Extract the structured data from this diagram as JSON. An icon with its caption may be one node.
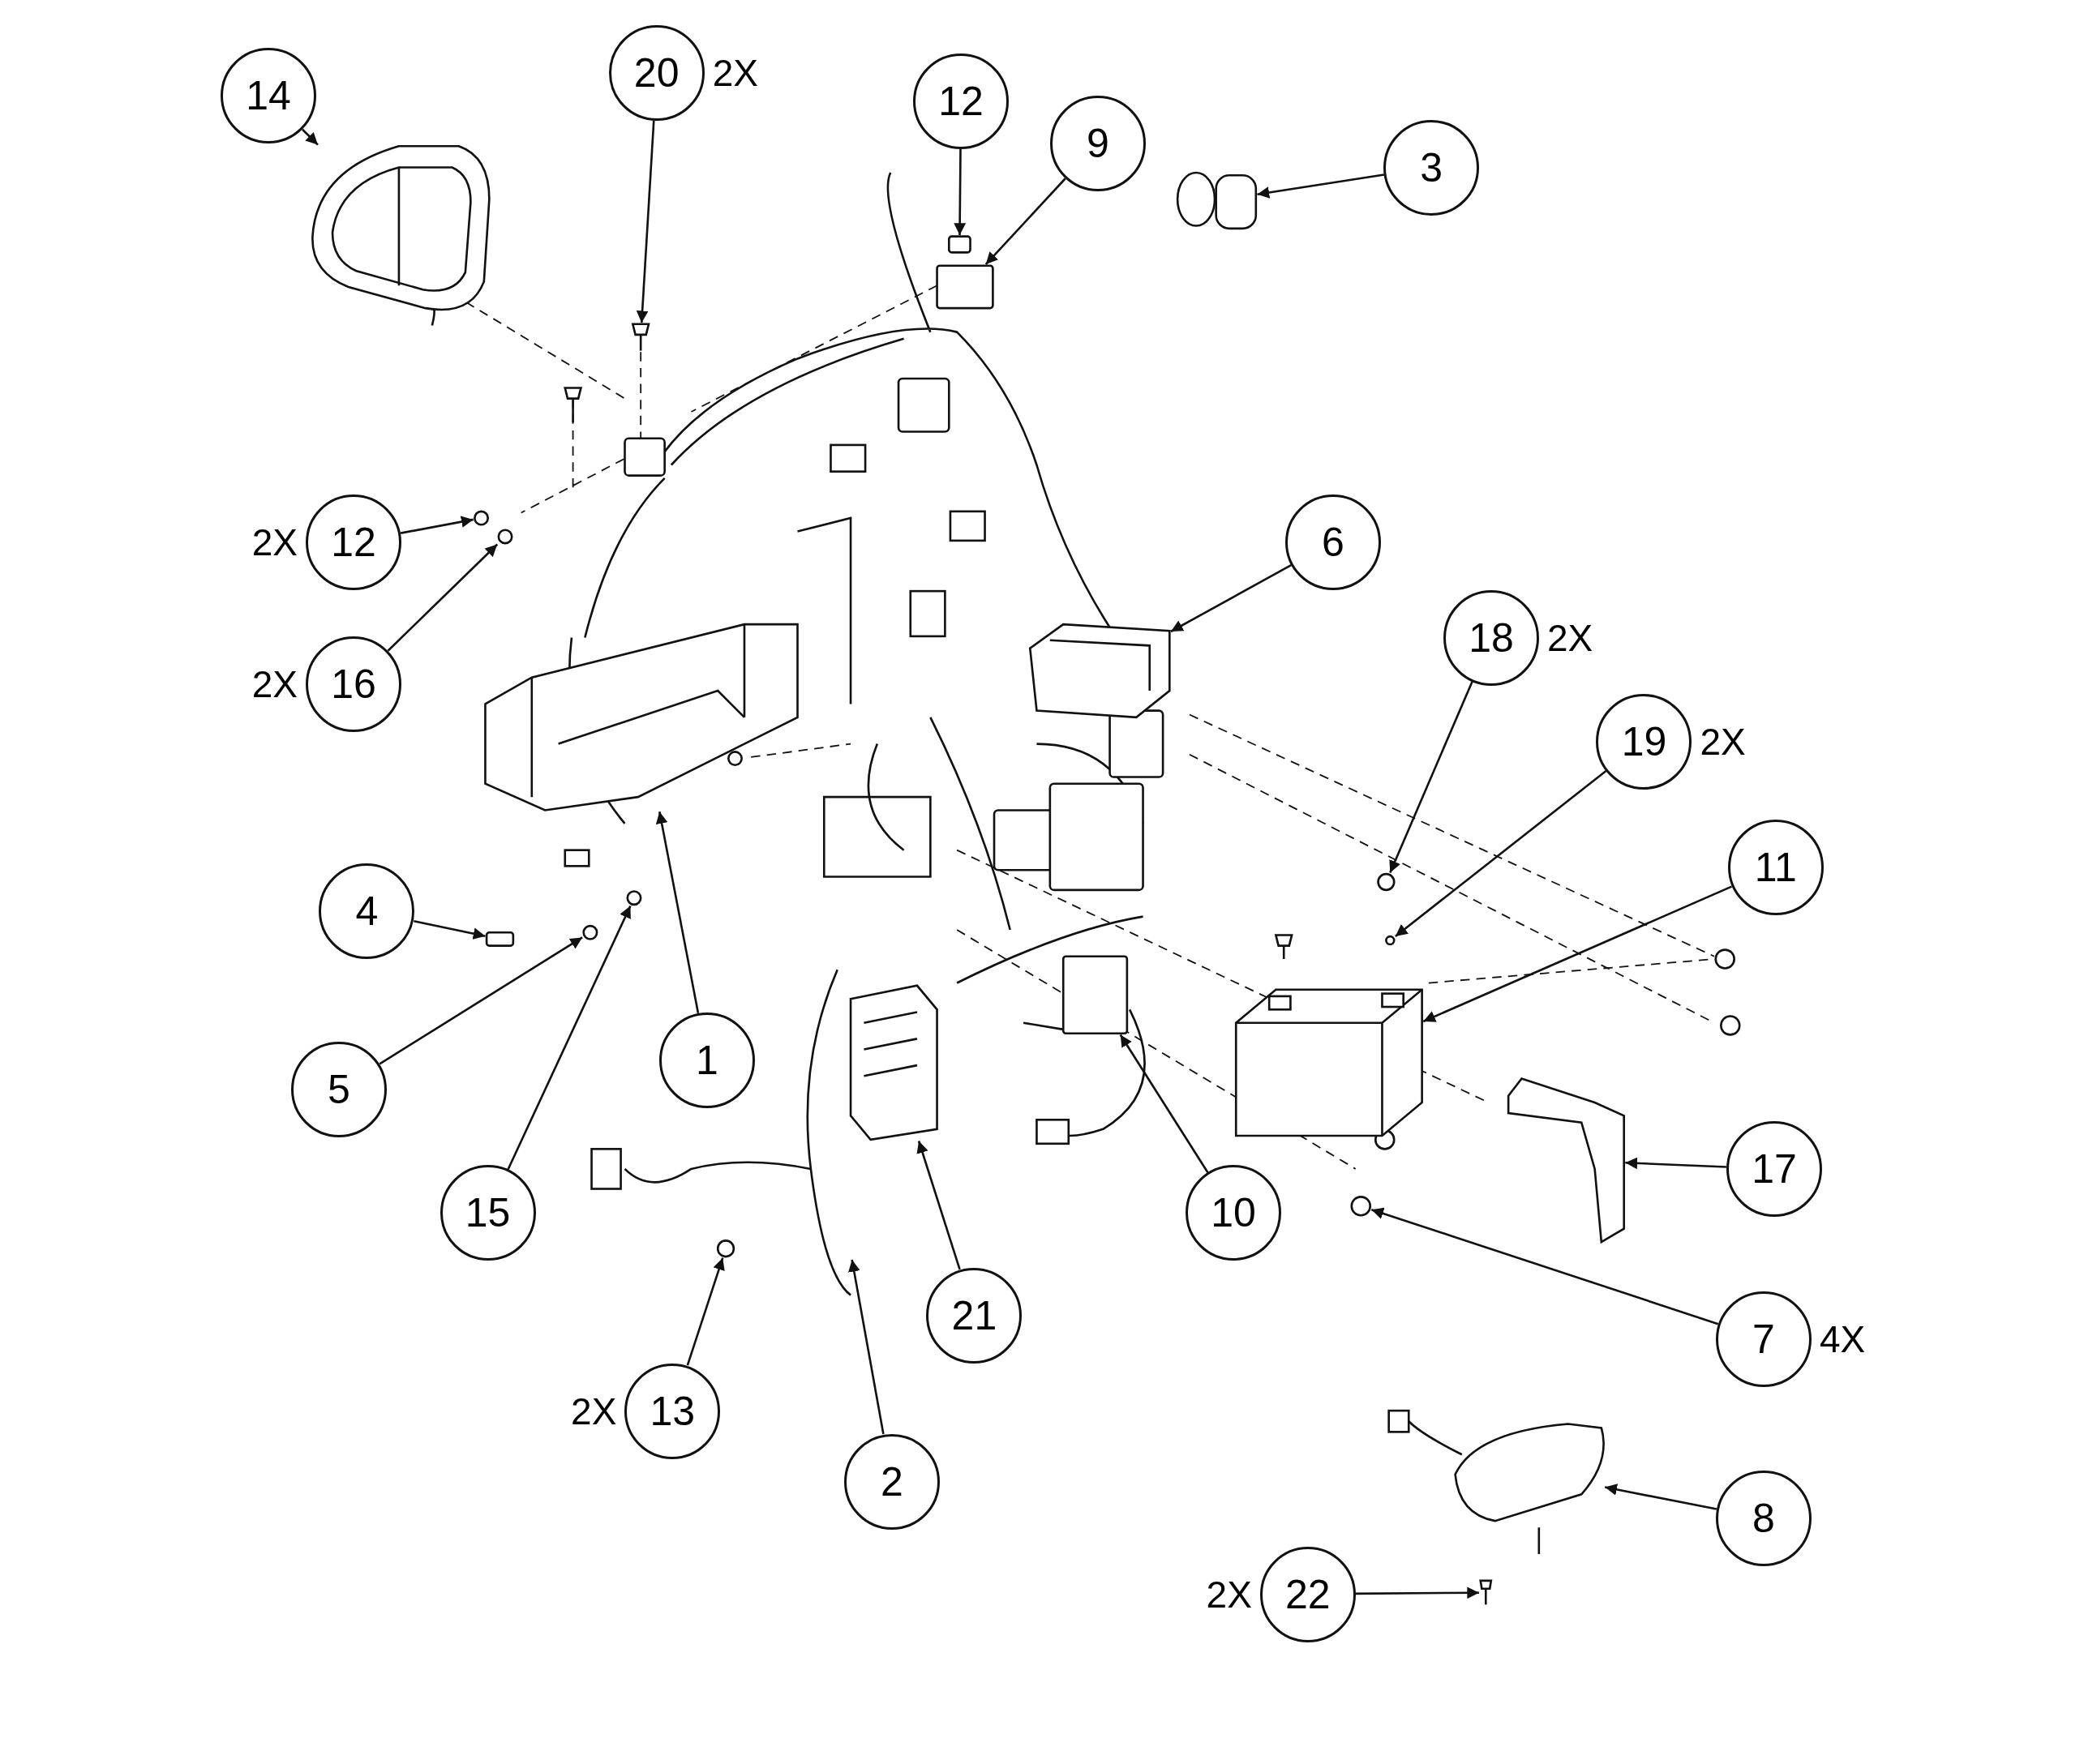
{
  "diagram": {
    "nodes": [
      {
        "text": [
          "14"
        ]
      },
      {
        "text": [
          "20"
        ],
        "beside": [
          "2X"
        ]
      },
      {
        "text": [
          "12"
        ]
      },
      {
        "text": [
          "9"
        ]
      },
      {
        "text": [
          "3"
        ]
      },
      {
        "text": [
          "12"
        ],
        "beside": [
          "2X"
        ]
      },
      {
        "text": [
          "6"
        ]
      },
      {
        "text": [
          "16"
        ],
        "beside": [
          "2X"
        ]
      },
      {
        "text": [
          "18"
        ],
        "beside": [
          "2X"
        ]
      },
      {
        "text": [
          "19"
        ],
        "beside": [
          "2X"
        ]
      },
      {
        "text": [
          "11"
        ]
      },
      {
        "text": [
          "4"
        ]
      },
      {
        "text": [
          "1"
        ]
      },
      {
        "text": [
          "5"
        ]
      },
      {
        "text": [
          "17"
        ]
      },
      {
        "text": [
          "10"
        ]
      },
      {
        "text": [
          "15"
        ]
      },
      {
        "text": [
          "21"
        ]
      },
      {
        "text": [
          "7"
        ],
        "beside": [
          "4X"
        ]
      },
      {
        "text": [
          "13"
        ],
        "beside": [
          "2X"
        ]
      },
      {
        "text": [
          "2"
        ]
      },
      {
        "text": [
          "8"
        ]
      },
      {
        "text": [
          "22"
        ],
        "beside": [
          "2X"
        ]
      },
      {
        "text": [],
        "shape": "picture"
      },
      {
        "text": [],
        "shape": "picture"
      },
      {
        "text": [],
        "shape": "box"
      },
      {
        "text": [],
        "shape": "box"
      },
      {
        "text": [],
        "shape": "picture"
      },
      {
        "text": [],
        "shape": "circle"
      },
      {
        "text": [],
        "shape": "picture"
      },
      {
        "text": [],
        "shape": "circle"
      },
      {
        "text": [],
        "shape": "circle"
      },
      {
        "text": [],
        "shape": "circle"
      },
      {
        "text": [],
        "shape": "picture"
      },
      {
        "text": [],
        "shape": "box"
      },
      {
        "text": [],
        "shape": "picture"
      },
      {
        "text": [],
        "shape": "circle"
      },
      {
        "text": [],
        "shape": "picture"
      },
      {
        "text": [],
        "shape": "box"
      },
      {
        "text": [],
        "shape": "circle"
      },
      {
        "text": [],
        "shape": "picture"
      },
      {
        "text": [],
        "shape": "circle"
      },
      {
        "text": [],
        "shape": "circle"
      },
      {
        "text": [],
        "shape": "picture"
      },
      {
        "text": [],
        "shape": "picture"
      },
      {
        "text": [],
        "shape": "picture"
      }
    ],
    "edges": [
      {
        "from": 0,
        "to": 23,
        "arrow": "to"
      },
      {
        "from": 1,
        "to": 24,
        "arrow": "to"
      },
      {
        "from": 2,
        "to": 25,
        "arrow": "to"
      },
      {
        "from": 3,
        "to": 26,
        "arrow": "to"
      },
      {
        "from": 4,
        "to": 27,
        "arrow": "to"
      },
      {
        "from": 5,
        "to": 28,
        "arrow": "to"
      },
      {
        "from": 6,
        "to": 29,
        "arrow": "to"
      },
      {
        "from": 7,
        "to": 30,
        "arrow": "to"
      },
      {
        "from": 8,
        "to": 31,
        "arrow": "to"
      },
      {
        "from": 9,
        "to": 32,
        "arrow": "to"
      },
      {
        "from": 10,
        "to": 33,
        "arrow": "to"
      },
      {
        "from": 11,
        "to": 34,
        "arrow": "to"
      },
      {
        "from": 12,
        "to": 35,
        "arrow": "to"
      },
      {
        "from": 13,
        "to": 36,
        "arrow": "to"
      },
      {
        "from": 14,
        "to": 37,
        "arrow": "to"
      },
      {
        "from": 15,
        "to": 38,
        "arrow": "to"
      },
      {
        "from": 16,
        "to": 39,
        "arrow": "to"
      },
      {
        "from": 17,
        "to": 40,
        "arrow": "to"
      },
      {
        "from": 18,
        "to": 41,
        "arrow": "to"
      },
      {
        "from": 19,
        "to": 42,
        "arrow": "to"
      },
      {
        "from": 20,
        "to": 43,
        "arrow": "to"
      },
      {
        "from": 21,
        "to": 44,
        "arrow": "to"
      },
      {
        "from": 22,
        "to": 45,
        "arrow": "to"
      }
    ]
  }
}
